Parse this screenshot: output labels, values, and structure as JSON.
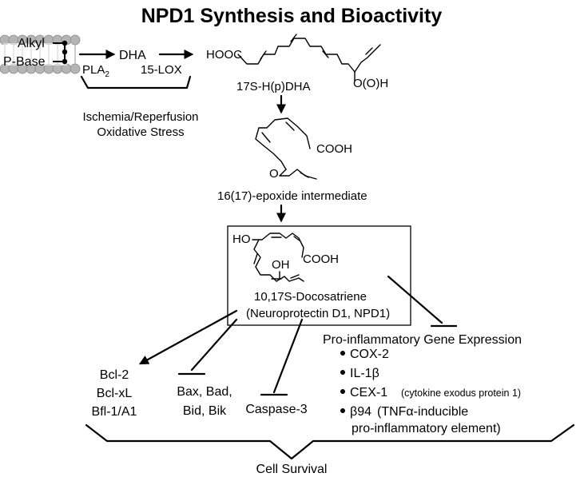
{
  "title": "NPD1 Synthesis and Bioactivity",
  "membrane": {
    "top_label": "Alkyl",
    "bottom_label": "P-Base"
  },
  "pathway": {
    "dha": "DHA",
    "enzyme1": "PLA",
    "enzyme1_sub": "2",
    "enzyme2": "15-LOX",
    "hooc": "HOOC",
    "oh_group": "O(O)H",
    "stress_line1": "Ischemia/Reperfusion",
    "stress_line2": "Oxidative Stress",
    "intermediate1": "17S-H(p)DHA",
    "cooh1": "COOH",
    "epoxide_o": "O",
    "intermediate2": "16(17)-epoxide intermediate"
  },
  "npd1": {
    "ho": "HO",
    "oh": "OH",
    "cooh": "COOH",
    "name_line1": "10,17S-Docosatriene",
    "name_line2": "(Neuroprotectin D1, NPD1)"
  },
  "effects": {
    "induced": [
      "Bcl-2",
      "Bcl-xL",
      "Bfl-1/A1"
    ],
    "inhibited": [
      "Bax, Bad,",
      "Bid, Bik"
    ],
    "caspase": "Caspase-3",
    "gene_expression_title": "Pro-inflammatory Gene Expression",
    "genes": [
      {
        "main": "COX-2",
        "note": ""
      },
      {
        "main": "IL-1β",
        "note": ""
      },
      {
        "main": "CEX-1",
        "note": "(cytokine exodus protein 1)"
      },
      {
        "main": "β94",
        "note": "(TNFα-inducible"
      }
    ],
    "gene_continuation": "pro-inflammatory element)",
    "outcome": "Cell Survival"
  }
}
